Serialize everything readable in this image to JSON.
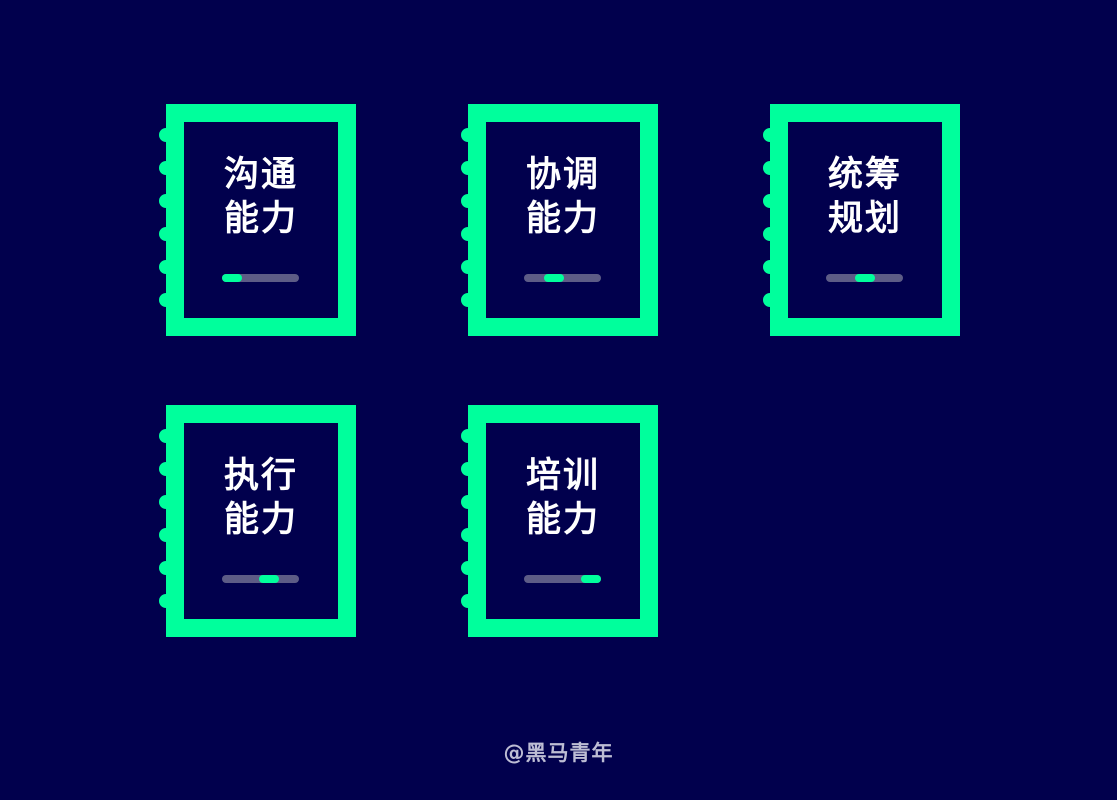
{
  "colors": {
    "background": "#01004d",
    "frame": "#00ff9c",
    "track": "#5d5c86",
    "text": "#ffffff",
    "watermark": "#bdbdd4"
  },
  "cards": [
    {
      "line1": "沟通",
      "line2": "能力",
      "level": 0.0
    },
    {
      "line1": "协调",
      "line2": "能力",
      "level": 0.35
    },
    {
      "line1": "统筹",
      "line2": "规划",
      "level": 0.5
    },
    {
      "line1": "执行",
      "line2": "能力",
      "level": 0.65
    },
    {
      "line1": "培训",
      "line2": "能力",
      "level": 1.0
    }
  ],
  "watermark": "@黑马青年"
}
